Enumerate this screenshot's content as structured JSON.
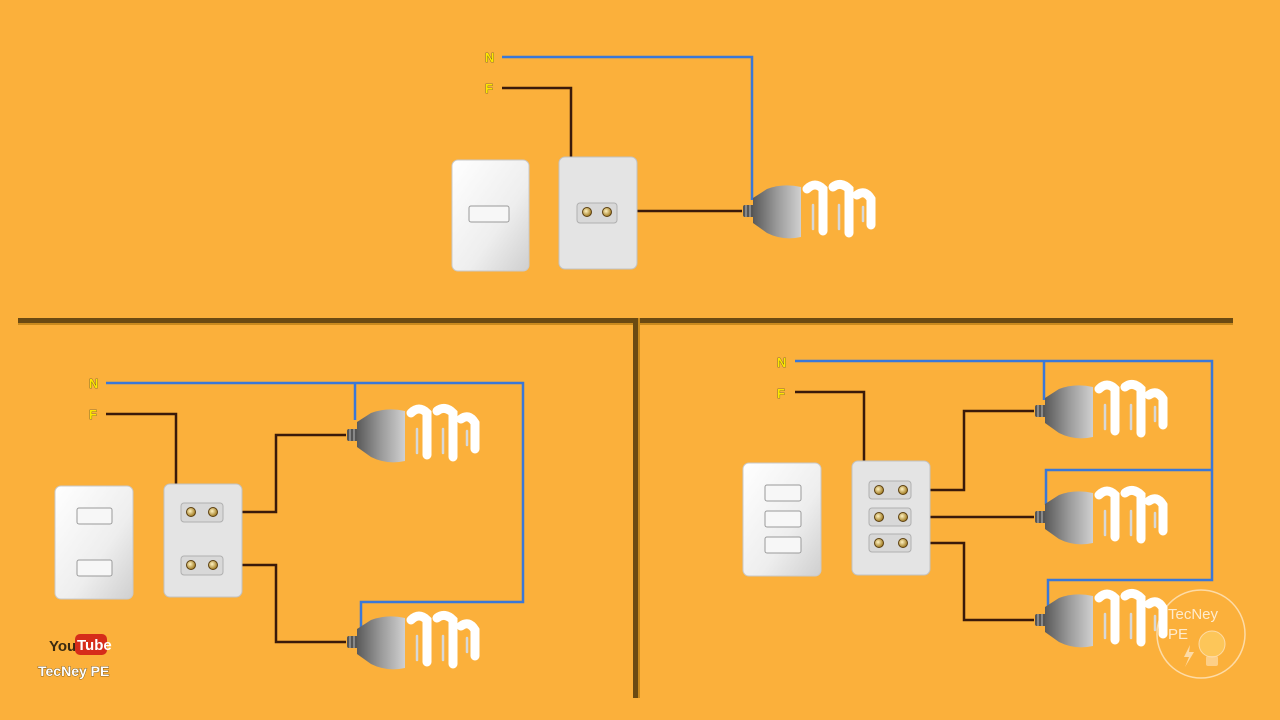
{
  "labels": {
    "neutral": "N",
    "phase": "F"
  },
  "youtube": {
    "you": "You",
    "tube": "Tube",
    "channel": "TecNey PE"
  },
  "watermark": {
    "line1": "TecNey",
    "line2": "PE"
  },
  "colors": {
    "background": "#FBB03B",
    "neutral_wire": "#3A78D8",
    "phase_wire": "#3A1A0A",
    "divider": "#6B4A12"
  },
  "icons": [
    "light-switch-plate-icon",
    "switch-terminal-block-icon",
    "cfl-bulb-icon",
    "youtube-logo-icon",
    "bulb-watermark-icon"
  ]
}
